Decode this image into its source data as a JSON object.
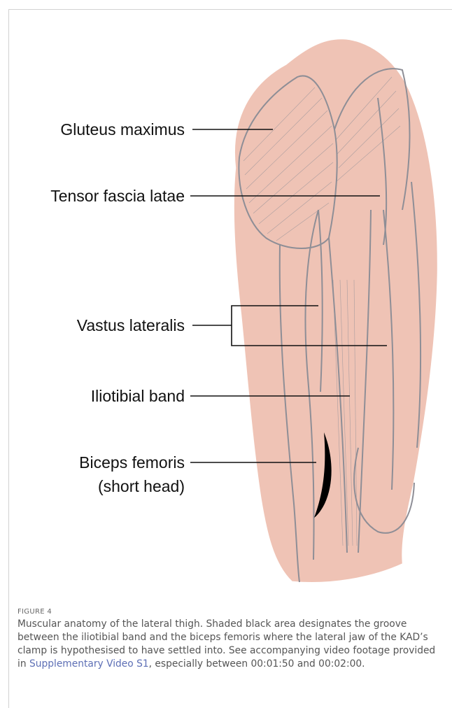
{
  "figure": {
    "labels": {
      "gluteus": "Gluteus maximus",
      "tensor": "Tensor fascia latae",
      "vastus": "Vastus lateralis",
      "iliotibial": "Iliotibial band",
      "biceps_line1": "Biceps femoris",
      "biceps_line2": "(short head)"
    },
    "colors": {
      "skin": "#efc3b5",
      "outline": "#8e8e96",
      "leader": "#111111",
      "groove": "#000000",
      "link": "#5d6fb5"
    }
  },
  "caption": {
    "figure_label": "FIGURE 4",
    "text_before": "Muscular anatomy of the lateral thigh. Shaded black area designates the groove between the iliotibial band and the biceps femoris where the lateral jaw of the KAD’s clamp is hypothesised to have settled into. See accompanying video footage provided in ",
    "link": "Supplementary Video S1",
    "text_after": ", especially between 00:01:50 and 00:02:00."
  }
}
